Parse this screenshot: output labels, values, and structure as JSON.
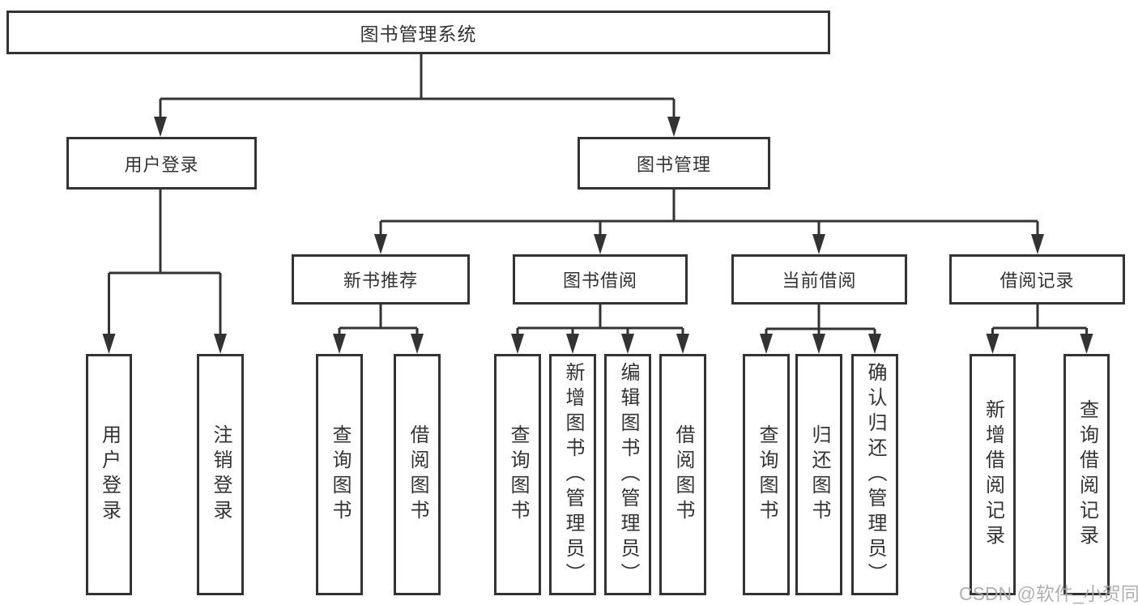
{
  "nodes": {
    "root": "图书管理系统",
    "level2": {
      "user_login": "用户登录",
      "book_management": "图书管理"
    },
    "level3": {
      "new_book_recommend": "新书推荐",
      "book_borrowing": "图书借阅",
      "current_borrowing": "当前借阅",
      "borrowing_records": "借阅记录"
    },
    "leaves": {
      "user_login": "用户登录",
      "logout": "注销登录",
      "nb_query_books": "查询图书",
      "nb_borrow_books": "借阅图书",
      "bb_query_books": "查询图书",
      "bb_add_books_admin": "新增图书（管理员）",
      "bb_edit_books_admin": "编辑图书（管理员）",
      "bb_borrow_books": "借阅图书",
      "cb_query_books": "查询图书",
      "cb_return_books": "归还图书",
      "cb_confirm_return_admin": "确认归还（管理员）",
      "br_add_record": "新增借阅记录",
      "br_query_record": "查询借阅记录"
    }
  },
  "watermark": "CSDN @软件_小贺同学",
  "colors": {
    "line": "#333333",
    "background": "#ffffff",
    "watermark": "#a8a8aa"
  }
}
